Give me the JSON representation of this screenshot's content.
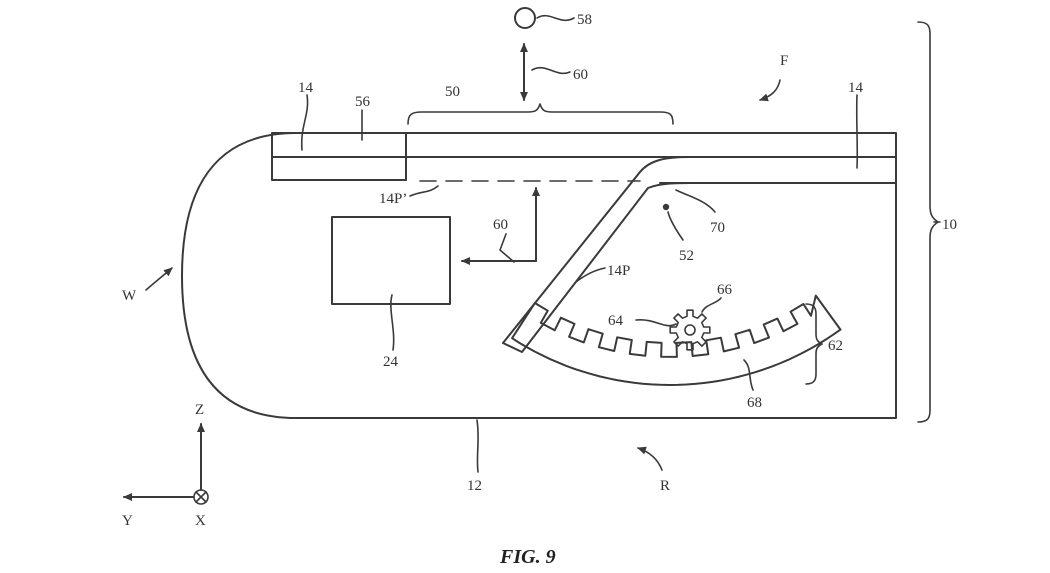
{
  "figure": {
    "caption": "FIG. 9",
    "labels": {
      "l10": "10",
      "l12": "12",
      "l14_left": "14",
      "l14_right": "14",
      "l14p": "14P",
      "l14p_prime": "14P’",
      "l24": "24",
      "l50": "50",
      "l52": "52",
      "l56": "56",
      "l58": "58",
      "l60_top": "60",
      "l60_mid": "60",
      "l62": "62",
      "l64": "64",
      "l66": "66",
      "l68": "68",
      "l70": "70",
      "lF": "F",
      "lR": "R",
      "lW": "W",
      "axis_x": "X",
      "axis_y": "Y",
      "axis_z": "Z"
    }
  }
}
